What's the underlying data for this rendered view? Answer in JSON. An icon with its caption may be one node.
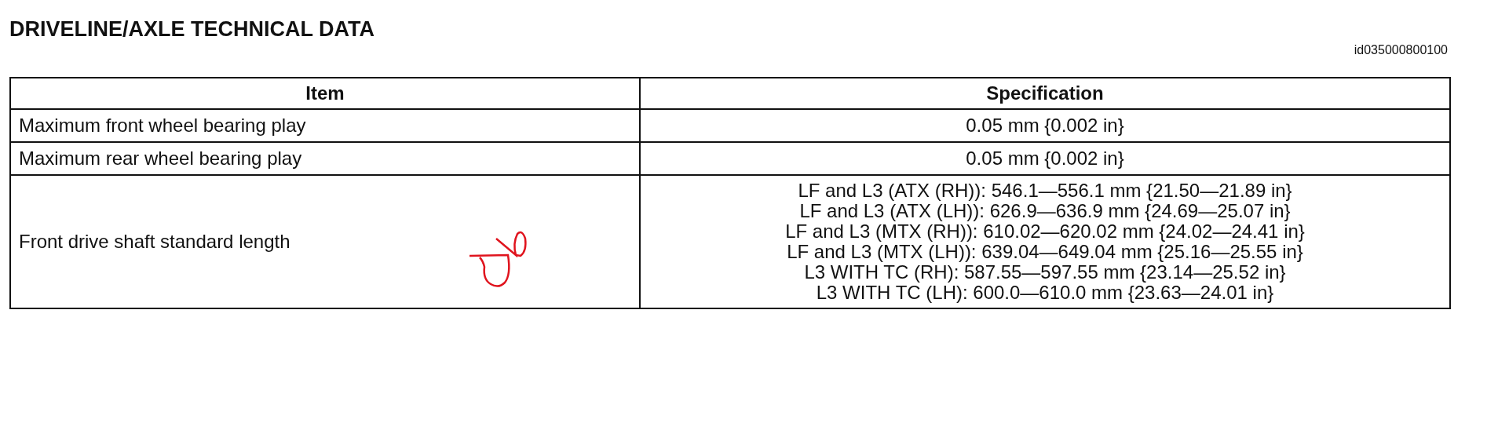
{
  "diagram": {
    "title": "DRIVELINE/AXLE TECHNICAL DATA",
    "labels": [
      "id035000800100",
      "Item",
      "Specification",
      "Maximum front wheel bearing play",
      "0.05 mm {0.002 in}",
      "Maximum rear wheel bearing play",
      "0.05 mm {0.002 in}",
      "Front drive shaft standard length",
      "LF and L3 (ATX (RH)): 546.1—556.1 mm {21.50—21.89 in}",
      "LF and L3 (ATX (LH)): 626.9—636.9 mm {24.69—25.07 in}",
      "LF and L3 (MTX (RH)): 610.02—620.02 mm {24.02—24.41 in}",
      "LF and L3 (MTX (LH)): 639.04—649.04 mm {25.16—25.55 in}",
      "L3 WITH TC (RH): 587.55—597.55 mm {23.14—25.52 in}",
      "L3 WITH TC (LH): 600.0—610.0 mm {23.63—24.01 in}"
    ]
  }
}
